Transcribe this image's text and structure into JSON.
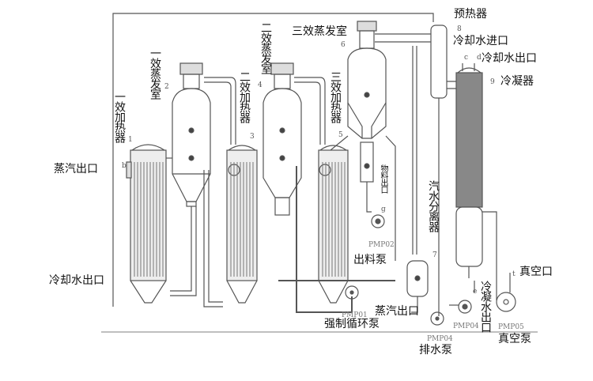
{
  "labels": {
    "effect1_heater": "一效加热器",
    "effect1_evaporator": "一效蒸发室",
    "effect2_heater": "二效加热器",
    "effect2_evaporator": "二效蒸发室",
    "effect3_evaporator": "三效蒸发室",
    "effect3_heater": "三效加热器",
    "preheater": "预热器",
    "cooling_water_inlet": "冷却水进口",
    "cooling_water_outlet_right": "冷却水出口",
    "condenser": "冷凝器",
    "material_outlet": "物料出口",
    "steam_water_separator": "汽水分离器",
    "discharge_pump": "出料泵",
    "steam_outlet_left": "蒸汽出口",
    "cooling_water_outlet_left": "冷却水出口",
    "vacuum_port": "真空口",
    "condensate_outlet": "冷凝水出口",
    "vacuum_pump": "真空泵",
    "steam_outlet_bottom": "蒸汽出口",
    "forced_circulation_pump": "强制循环泵",
    "drain_pump": "排水泵"
  },
  "pump_tags": {
    "pmp01": "PMP01",
    "pmp02": "PMP02",
    "pmp04_drain": "PMP04",
    "pmp04": "PMP04",
    "pmp05": "PMP05"
  },
  "item_numbers": [
    "1",
    "2",
    "3",
    "4",
    "5",
    "6",
    "7",
    "8",
    "9"
  ],
  "stream_letters": {
    "b": "b",
    "c": "c",
    "d": "d",
    "g": "g",
    "e": "e",
    "t": "t"
  },
  "colors": {
    "line": "#555555",
    "tubes": "#777777",
    "text": "#111111"
  }
}
